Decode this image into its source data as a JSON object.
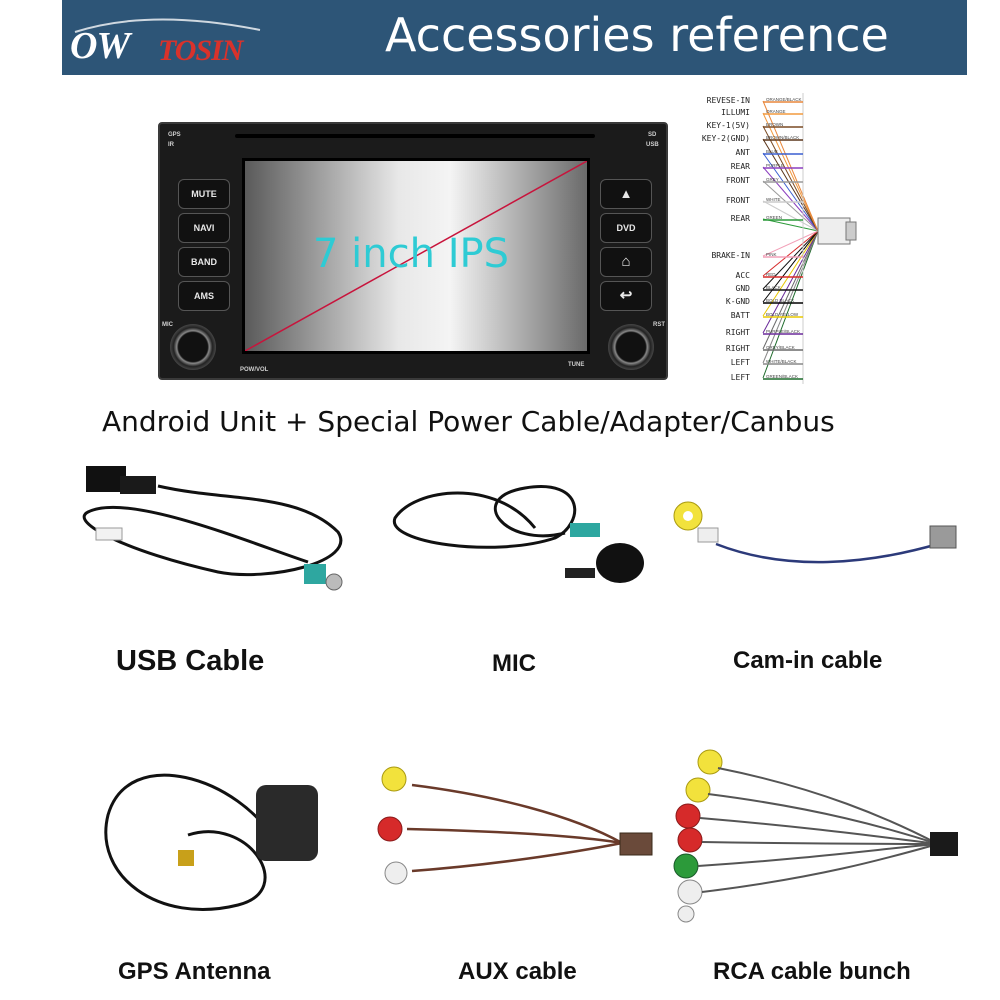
{
  "header": {
    "logo_ow": "OW",
    "logo_tosin": "TOSIN",
    "title": "Accessories reference"
  },
  "unit": {
    "screen_text": "7 inch IPS",
    "left_buttons": [
      "MUTE",
      "NAVI",
      "BAND",
      "AMS"
    ],
    "right_buttons": [
      "▲",
      "DVD",
      "⌂",
      "↩"
    ],
    "labels": {
      "gps": "GPS",
      "ir": "IR",
      "sd": "SD",
      "usb": "USB",
      "mic": "MIC",
      "rst": "RST",
      "pow": "POW/VOL",
      "tune": "TUNE"
    }
  },
  "wiring": {
    "pins": [
      {
        "label": "REVESE-IN",
        "wire": "ORANGE/BLACK",
        "color": "#e8863a"
      },
      {
        "label": "ILLUMI",
        "wire": "ORANGE",
        "color": "#f29a3f"
      },
      {
        "label": "KEY-1(5V)",
        "wire": "BROWN",
        "color": "#7a4a23"
      },
      {
        "label": "KEY-2(GND)",
        "wire": "BROWN/BLACK",
        "color": "#5a351a"
      },
      {
        "label": "ANT",
        "wire": "BLUE",
        "color": "#3a5fd0"
      },
      {
        "label": "REAR",
        "wire": "PURPLE",
        "color": "#8b3fbf"
      },
      {
        "label": "FRONT",
        "wire": "GREY",
        "color": "#9a9a9a"
      },
      {
        "label": "FRONT",
        "wire": "WHITE",
        "color": "#cccccc"
      },
      {
        "label": "REAR",
        "wire": "GREEN",
        "color": "#2c9a3a"
      },
      {
        "label": "BRAKE-IN",
        "wire": "PINK",
        "color": "#f2a0b8"
      },
      {
        "label": "ACC",
        "wire": "RED",
        "color": "#d62a2a"
      },
      {
        "label": "GND",
        "wire": "BLACK",
        "color": "#111111"
      },
      {
        "label": "K-GND",
        "wire": "BOLD BLACK",
        "color": "#000000"
      },
      {
        "label": "BATT",
        "wire": "BOLD YELLOW",
        "color": "#e8c800"
      },
      {
        "label": "RIGHT",
        "wire": "PURPLE/BLACK",
        "color": "#6a2a9a"
      },
      {
        "label": "RIGHT",
        "wire": "GREY/BLACK",
        "color": "#6a6a6a"
      },
      {
        "label": "LEFT",
        "wire": "WHITE/BLACK",
        "color": "#888888"
      },
      {
        "label": "LEFT",
        "wire": "GREEN/BLACK",
        "color": "#1c6a2a"
      }
    ]
  },
  "subtitle": "Android Unit + Special Power Cable/Adapter/Canbus",
  "accessories": [
    {
      "caption": "USB Cable"
    },
    {
      "caption": "MIC"
    },
    {
      "caption": "Cam-in cable"
    },
    {
      "caption": "GPS Antenna"
    },
    {
      "caption": "AUX cable"
    },
    {
      "caption": "RCA cable bunch"
    }
  ]
}
